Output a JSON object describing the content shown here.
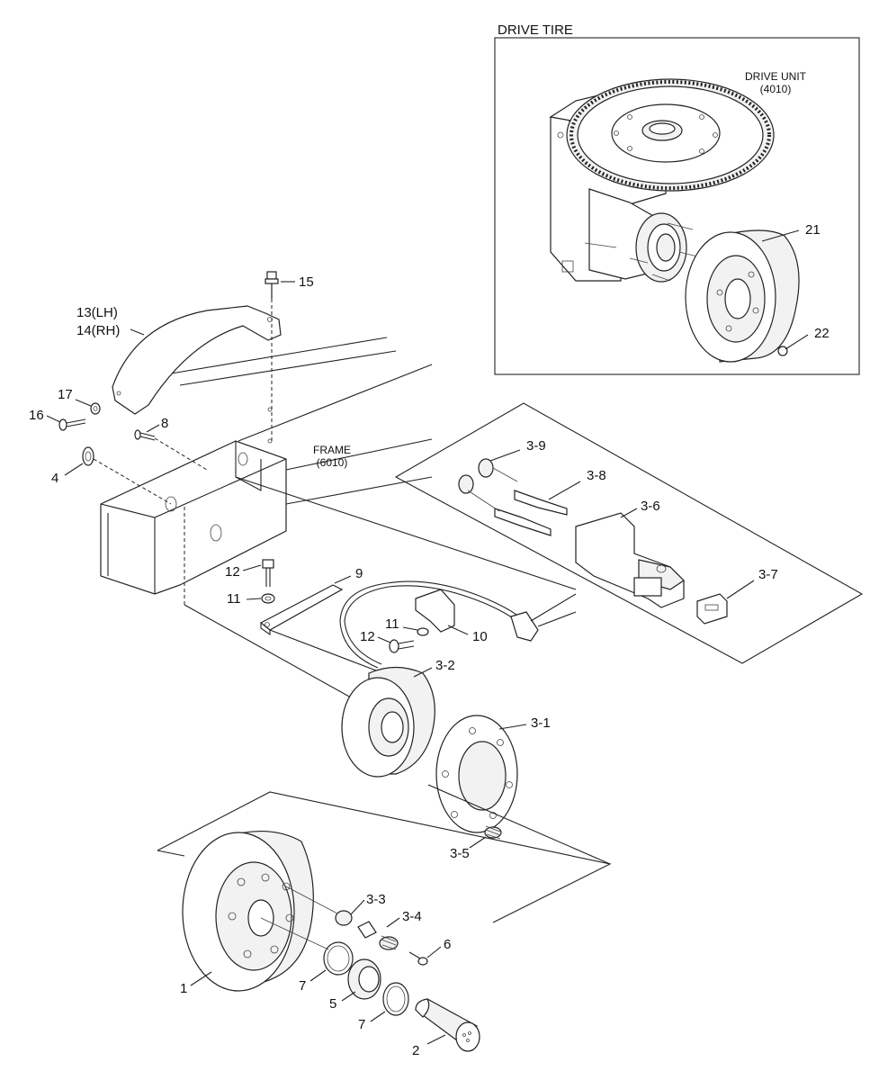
{
  "inset": {
    "title": "DRIVE TIRE",
    "drive_unit_name": "DRIVE UNIT",
    "drive_unit_code": "(4010)"
  },
  "frame": {
    "name": "FRAME",
    "code": "(6010)"
  },
  "callouts": {
    "p1": "1",
    "p2": "2",
    "p3_1": "3-1",
    "p3_2": "3-2",
    "p3_3": "3-3",
    "p3_4": "3-4",
    "p3_5": "3-5",
    "p3_6": "3-6",
    "p3_7": "3-7",
    "p3_8": "3-8",
    "p3_9": "3-9",
    "p4": "4",
    "p5": "5",
    "p6": "6",
    "p7a": "7",
    "p7b": "7",
    "p8": "8",
    "p9": "9",
    "p10": "10",
    "p11a": "11",
    "p11b": "11",
    "p12a": "12",
    "p12b": "12",
    "p13": "13(LH)",
    "p14": "14(RH)",
    "p15": "15",
    "p16": "16",
    "p17": "17",
    "p21": "21",
    "p22": "22"
  }
}
